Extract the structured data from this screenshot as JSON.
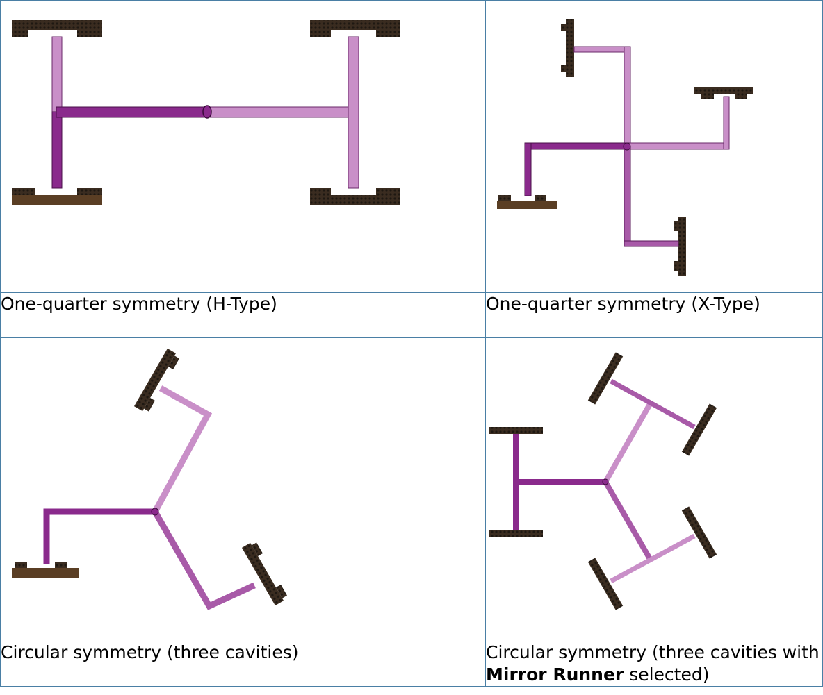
{
  "captions": {
    "h_type": "One-quarter symmetry (H-Type)",
    "x_type": "One-quarter symmetry (X-Type)",
    "circular_three": "Circular symmetry (three cavities)",
    "circular_mirror_prefix": "Circular symmetry (three cavities with ",
    "circular_mirror_bold": "Mirror Runner",
    "circular_mirror_suffix": " selected)"
  },
  "colors": {
    "runner_dark": "#8a2a8c",
    "runner_light": "#c98fc8",
    "cavity": "#2e241c",
    "border": "#4a7fa5"
  }
}
